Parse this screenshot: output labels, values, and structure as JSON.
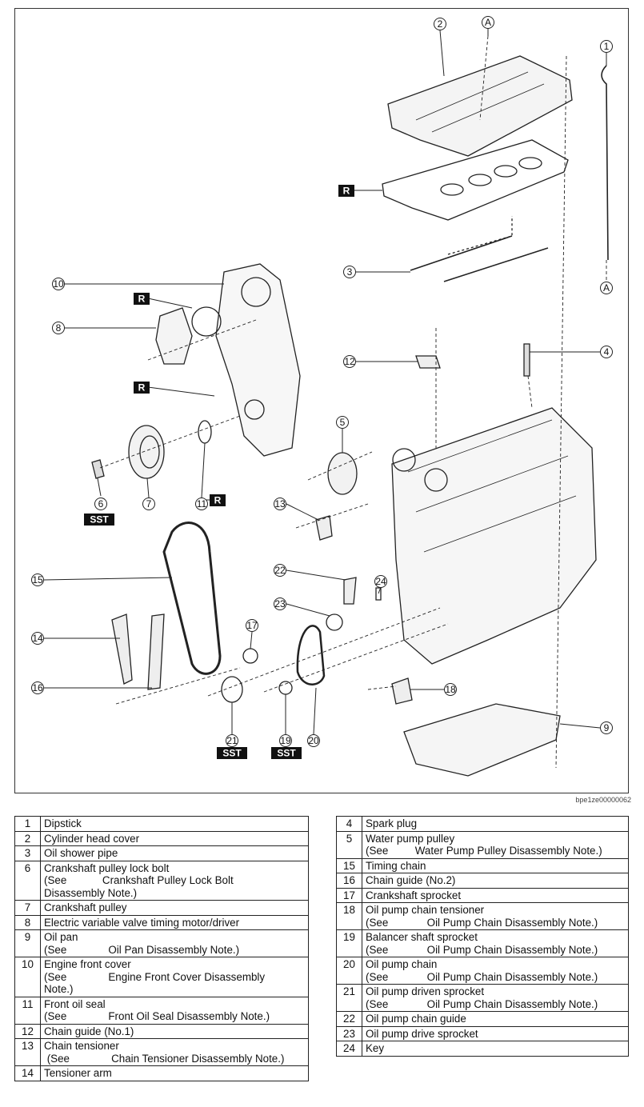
{
  "figure_code": "bpe1ze00000062",
  "letter_marker": "A",
  "badges": {
    "reuse": "R",
    "special_tool": "SST"
  },
  "callouts": [
    "1",
    "2",
    "3",
    "4",
    "5",
    "6",
    "7",
    "8",
    "9",
    "10",
    "11",
    "12",
    "13",
    "14",
    "15",
    "16",
    "17",
    "18",
    "19",
    "20",
    "21",
    "22",
    "23",
    "24"
  ],
  "parts_left": [
    {
      "num": "1",
      "name": "Dipstick",
      "see": ""
    },
    {
      "num": "2",
      "name": "Cylinder head cover",
      "see": ""
    },
    {
      "num": "3",
      "name": "Oil shower pipe",
      "see": ""
    },
    {
      "num": "6",
      "name": "Crankshaft pulley lock bolt",
      "see": "(See            Crankshaft Pulley Lock Bolt\nDisassembly Note.)"
    },
    {
      "num": "7",
      "name": "Crankshaft pulley",
      "see": ""
    },
    {
      "num": "8",
      "name": "Electric variable valve timing motor/driver",
      "see": ""
    },
    {
      "num": "9",
      "name": "Oil pan",
      "see": "(See              Oil Pan Disassembly Note.)"
    },
    {
      "num": "10",
      "name": "Engine front cover",
      "see": "(See              Engine Front Cover Disassembly\nNote.)"
    },
    {
      "num": "11",
      "name": "Front oil seal",
      "see": "(See              Front Oil Seal Disassembly Note.)"
    },
    {
      "num": "12",
      "name": "Chain guide (No.1)",
      "see": ""
    },
    {
      "num": "13",
      "name": "Chain tensioner",
      "see": " (See              Chain Tensioner Disassembly Note.)"
    },
    {
      "num": "14",
      "name": "Tensioner arm",
      "see": ""
    }
  ],
  "parts_right": [
    {
      "num": "4",
      "name": "Spark plug",
      "see": ""
    },
    {
      "num": "5",
      "name": "Water pump pulley",
      "see": "(See         Water Pump Pulley Disassembly Note.)"
    },
    {
      "num": "15",
      "name": "Timing chain",
      "see": ""
    },
    {
      "num": "16",
      "name": "Chain guide (No.2)",
      "see": ""
    },
    {
      "num": "17",
      "name": "Crankshaft sprocket",
      "see": ""
    },
    {
      "num": "18",
      "name": "Oil pump chain tensioner",
      "see": "(See             Oil Pump Chain Disassembly Note.)"
    },
    {
      "num": "19",
      "name": "Balancer shaft sprocket",
      "see": "(See             Oil Pump Chain Disassembly Note.)"
    },
    {
      "num": "20",
      "name": "Oil pump chain",
      "see": "(See             Oil Pump Chain Disassembly Note.)"
    },
    {
      "num": "21",
      "name": "Oil pump driven sprocket",
      "see": "(See             Oil Pump Chain Disassembly Note.)"
    },
    {
      "num": "22",
      "name": "Oil pump chain guide",
      "see": ""
    },
    {
      "num": "23",
      "name": "Oil pump drive sprocket",
      "see": ""
    },
    {
      "num": "24",
      "name": "Key",
      "see": ""
    }
  ]
}
